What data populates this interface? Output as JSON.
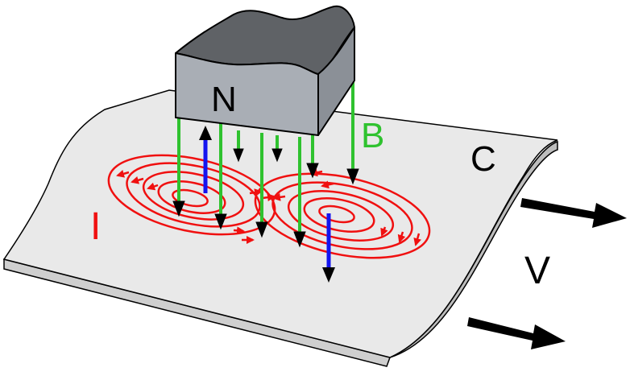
{
  "labels": {
    "magnet": "N",
    "field": "B",
    "conductor": "C",
    "velocity": "V",
    "current": "I"
  },
  "colors": {
    "magnet_face": "#a9aeb5",
    "magnet_top": "#5f6266",
    "sheet": "#e9e9e9",
    "sheet_edge": "#cfcfcf",
    "field_lines": "#2fc22f",
    "eddy_current": "#f01010",
    "induced_field": "#1414f0",
    "label_magnet": "#000000",
    "label_field": "#2fc22f",
    "label_conductor": "#000000",
    "label_velocity": "#000000",
    "label_current": "#f01010"
  },
  "icons": {
    "motion": "right-arrow-icon"
  }
}
